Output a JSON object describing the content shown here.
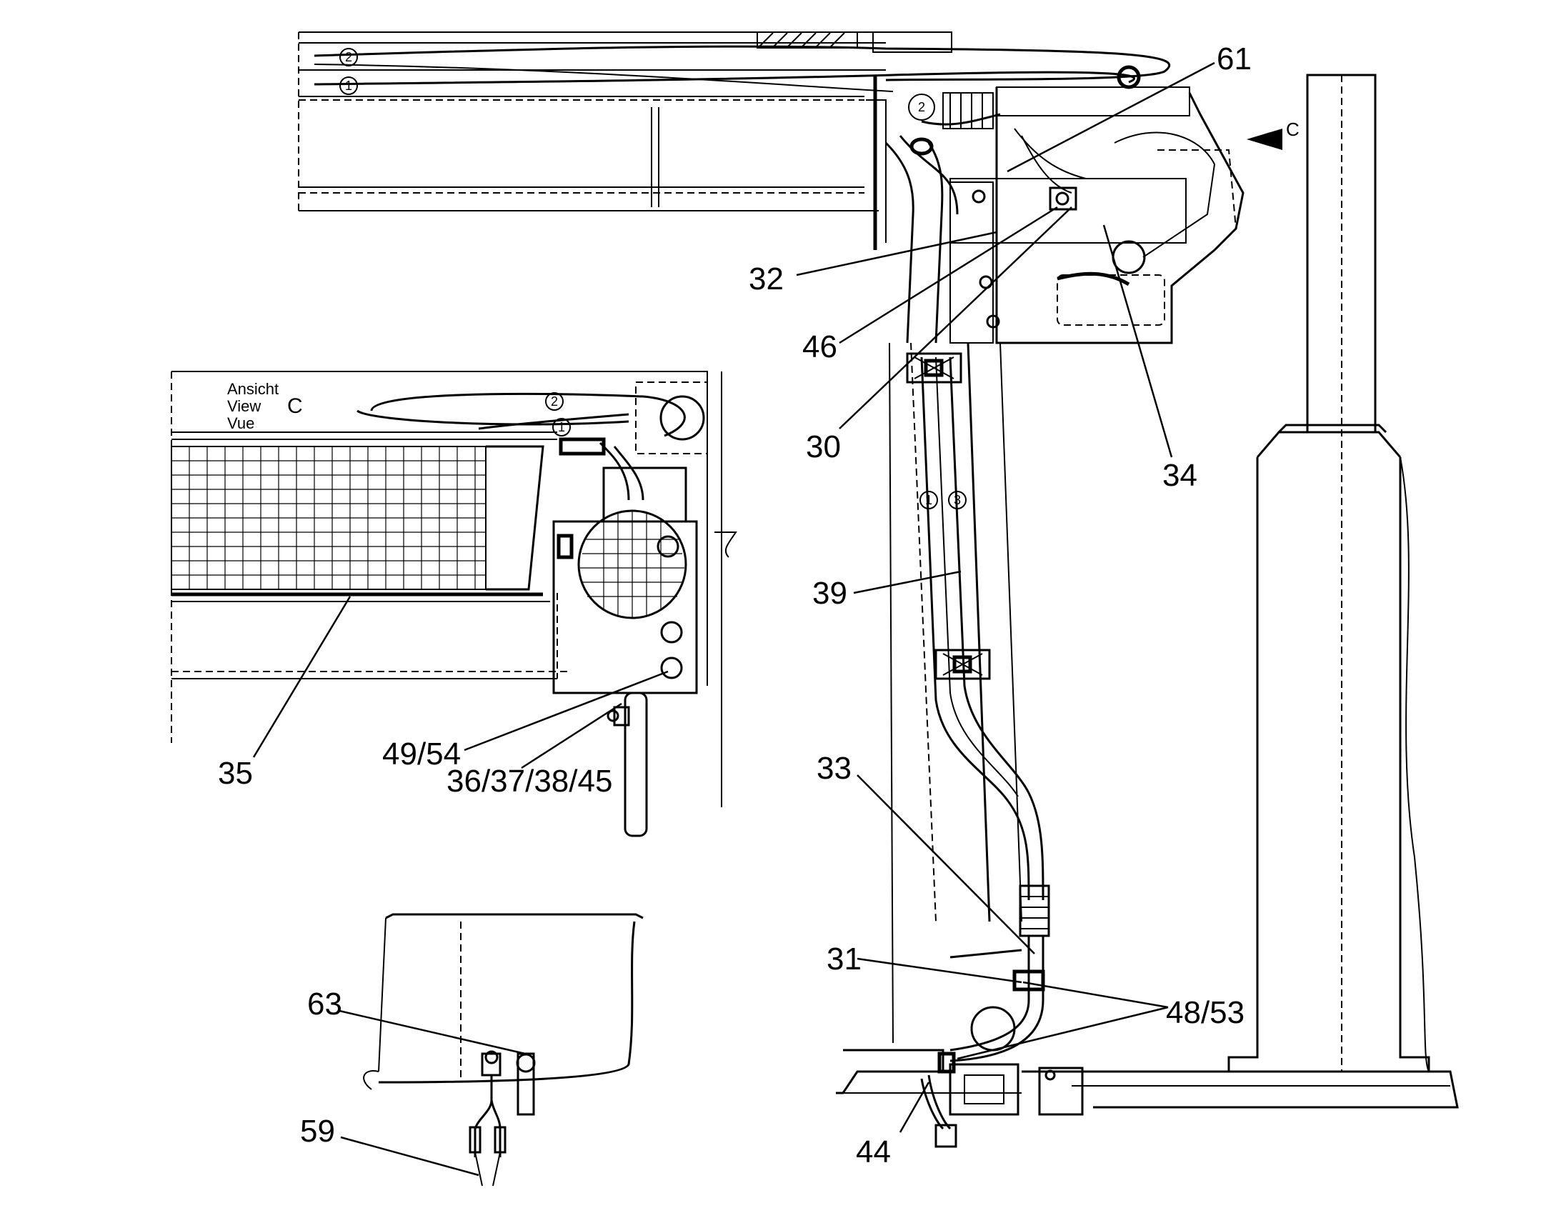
{
  "view_caption": {
    "line1": "Ansicht",
    "line2": "View",
    "line3": "Vue",
    "letter": "C"
  },
  "view_arrow_letter": "C",
  "callouts": [
    {
      "id": "61",
      "text": "61"
    },
    {
      "id": "32",
      "text": "32"
    },
    {
      "id": "46",
      "text": "46"
    },
    {
      "id": "30",
      "text": "30"
    },
    {
      "id": "34",
      "text": "34"
    },
    {
      "id": "39",
      "text": "39"
    },
    {
      "id": "33",
      "text": "33"
    },
    {
      "id": "31",
      "text": "31"
    },
    {
      "id": "48-53",
      "text": "48/53"
    },
    {
      "id": "44",
      "text": "44"
    },
    {
      "id": "35",
      "text": "35"
    },
    {
      "id": "49-54",
      "text": "49/54"
    },
    {
      "id": "36-45",
      "text": "36/37/38/45"
    },
    {
      "id": "63",
      "text": "63"
    },
    {
      "id": "59",
      "text": "59"
    }
  ],
  "hose_markers": [
    "2",
    "1",
    "2",
    "2",
    "1",
    "1",
    "3"
  ]
}
